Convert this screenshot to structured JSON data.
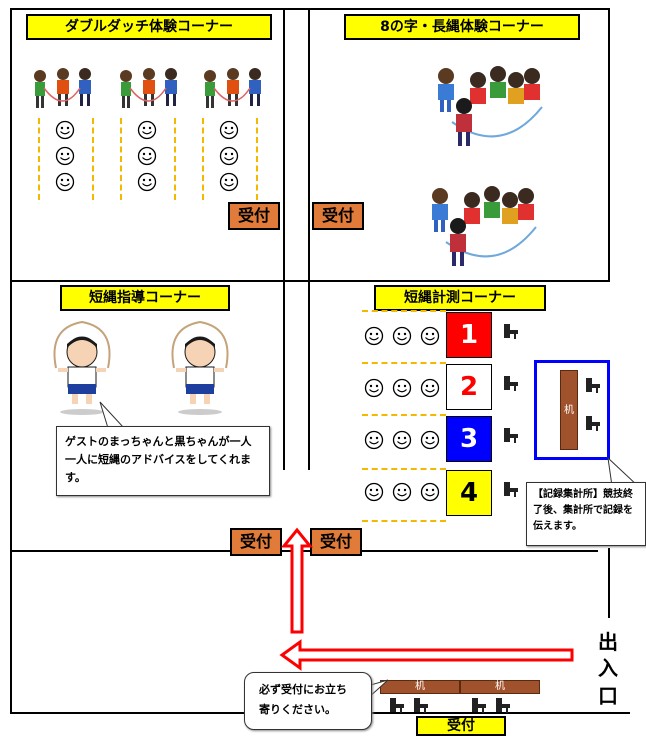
{
  "corners": {
    "double_dutch": "ダブルダッチ体験コーナー",
    "figure8": "8の字・長縄体験コーナー",
    "short_rope_guidance": "短縄指導コーナー",
    "short_rope_measure": "短縄計測コーナー"
  },
  "reception_label": "受付",
  "lanes": [
    {
      "num": "1",
      "bg": "#ff0000",
      "fg": "#ffffff"
    },
    {
      "num": "2",
      "bg": "#ffffff",
      "fg": "#ff0000"
    },
    {
      "num": "3",
      "bg": "#0000ff",
      "fg": "#ffffff"
    },
    {
      "num": "4",
      "bg": "#ffff00",
      "fg": "#000000"
    }
  ],
  "callouts": {
    "guest_advice": "ゲストのまっちゃんと黒ちゃんが一人一人に短縄のアドバイスをしてくれます。",
    "record": "【記録集計所】競技終了後、集計所で記録を伝えます。",
    "must_visit": "必ず受付にお立ち寄りください。"
  },
  "desk_label": "机",
  "exit": [
    "出",
    "入",
    "口"
  ],
  "colors": {
    "title_bg": "#ffff00",
    "reception_bg": "#e07b39",
    "arrow": "#ff0000",
    "record_border": "#0000ff",
    "desk": "#a0522d"
  }
}
